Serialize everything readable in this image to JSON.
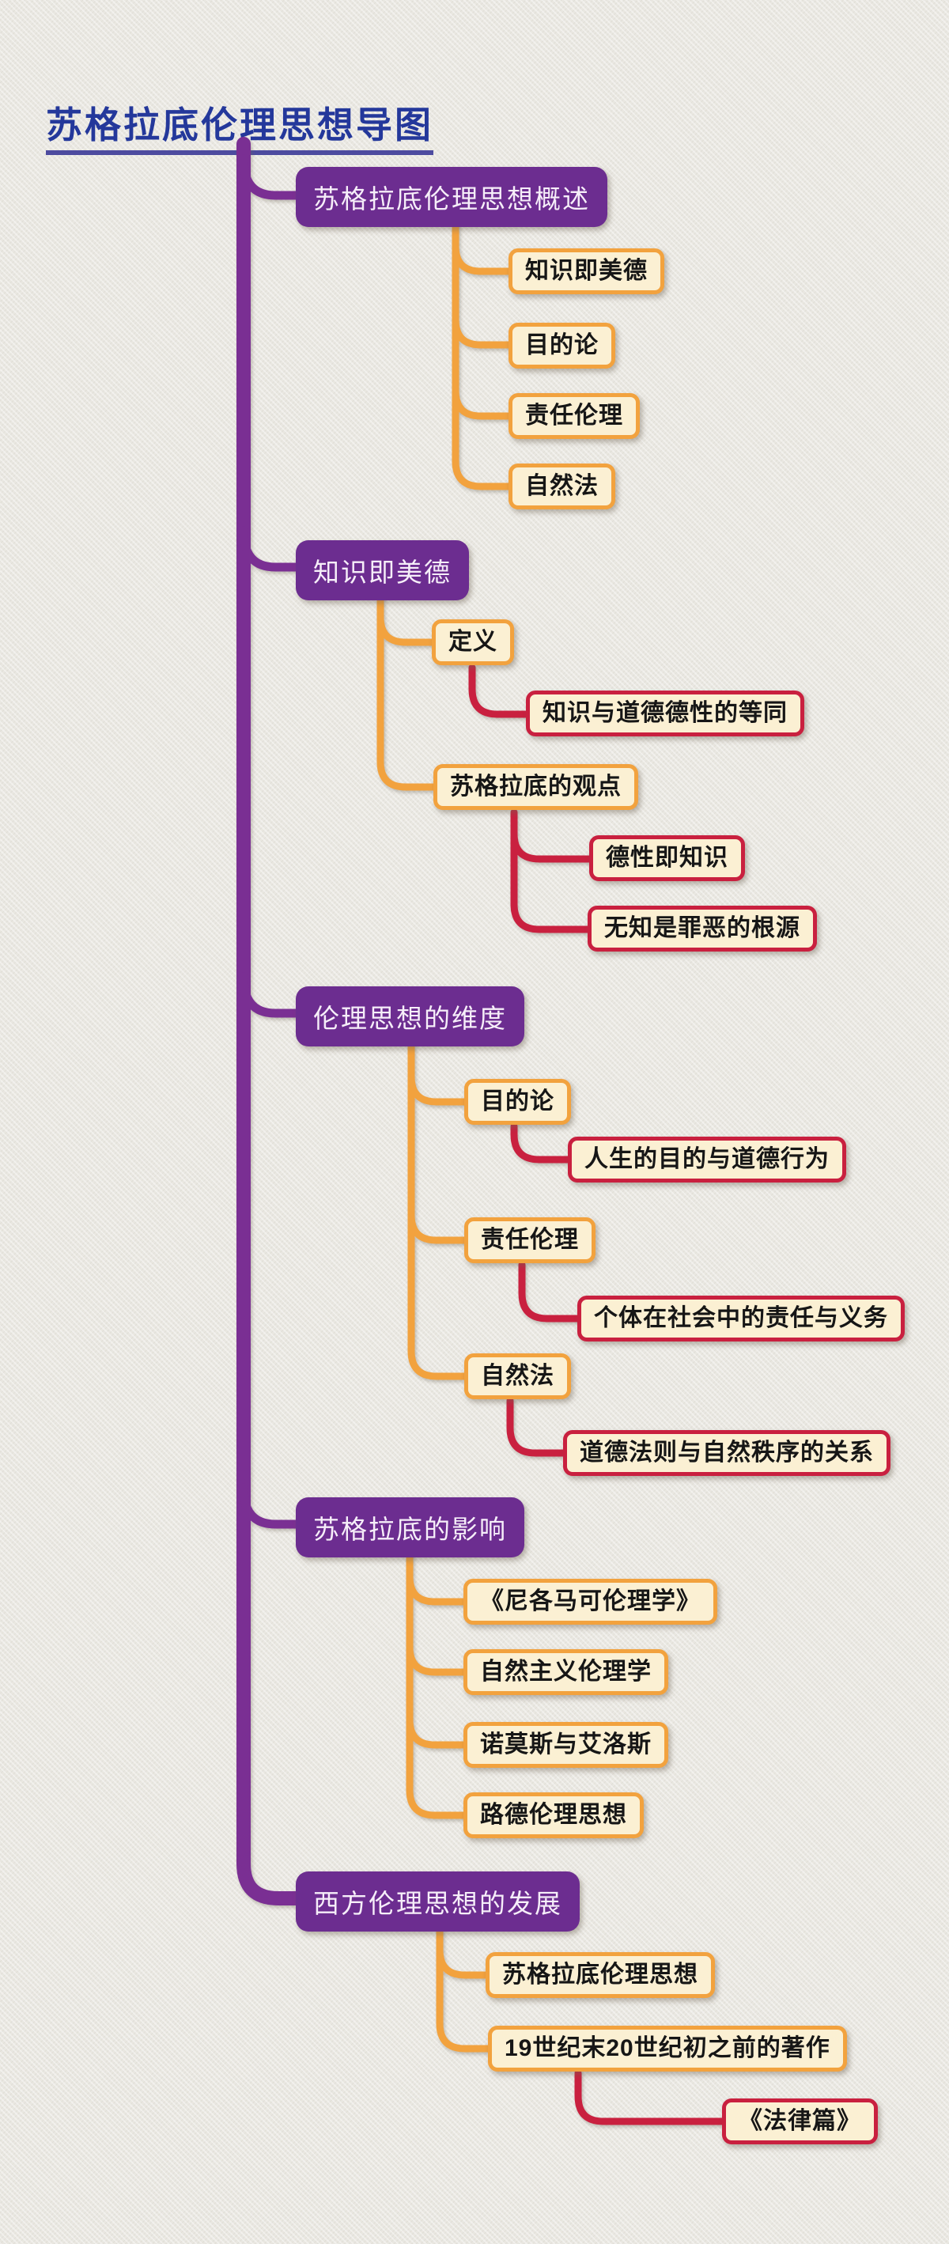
{
  "title": {
    "text": "苏格拉底伦理思想导图"
  },
  "palette": {
    "background": "#e9e7e1",
    "trunk_purple": "#7a2f93",
    "level1_fill": "#6c2d90",
    "level1_text": "#f6eef9",
    "branch_orange": "#f2a23e",
    "branch_red": "#c9203f",
    "leaf_fill": "#fbf0d3",
    "leaf_text": "#161616",
    "title_text": "#24389b",
    "title_underline": "#4d4b9f"
  },
  "mindmap": {
    "branches": [
      {
        "label": "苏格拉底伦理思想概述",
        "children": [
          {
            "label": "知识即美德"
          },
          {
            "label": "目的论"
          },
          {
            "label": "责任伦理"
          },
          {
            "label": "自然法"
          }
        ]
      },
      {
        "label": "知识即美德",
        "children": [
          {
            "label": "定义",
            "children": [
              {
                "label": "知识与道德德性的等同"
              }
            ]
          },
          {
            "label": "苏格拉底的观点",
            "children": [
              {
                "label": "德性即知识"
              },
              {
                "label": "无知是罪恶的根源"
              }
            ]
          }
        ]
      },
      {
        "label": "伦理思想的维度",
        "children": [
          {
            "label": "目的论",
            "children": [
              {
                "label": "人生的目的与道德行为"
              }
            ]
          },
          {
            "label": "责任伦理",
            "children": [
              {
                "label": "个体在社会中的责任与义务"
              }
            ]
          },
          {
            "label": "自然法",
            "children": [
              {
                "label": "道德法则与自然秩序的关系"
              }
            ]
          }
        ]
      },
      {
        "label": "苏格拉底的影响",
        "children": [
          {
            "label": "《尼各马可伦理学》"
          },
          {
            "label": "自然主义伦理学"
          },
          {
            "label": "诺莫斯与艾洛斯"
          },
          {
            "label": "路德伦理思想"
          }
        ]
      },
      {
        "label": "西方伦理思想的发展",
        "children": [
          {
            "label": "苏格拉底伦理思想"
          },
          {
            "label": "19世纪末20世纪初之前的著作",
            "children": [
              {
                "label": "《法律篇》"
              }
            ]
          }
        ]
      }
    ]
  }
}
